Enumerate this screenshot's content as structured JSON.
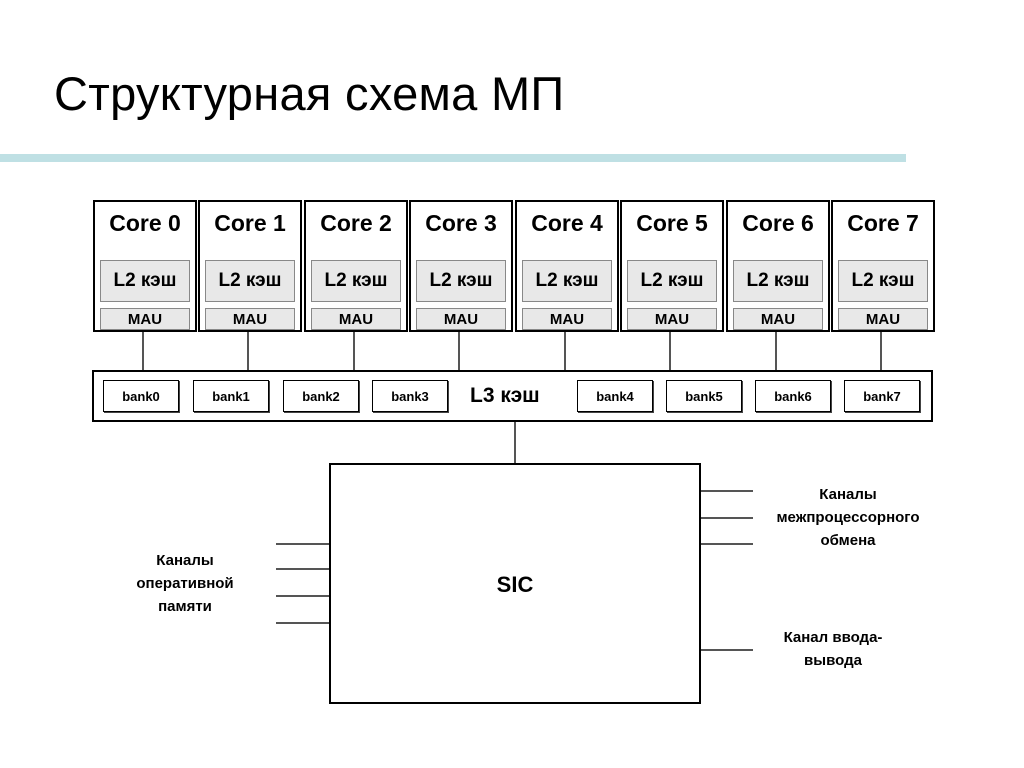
{
  "title": "Структурная схема МП",
  "cores": [
    {
      "name": "Core 0",
      "l2": "L2 кэш",
      "mau": "MAU"
    },
    {
      "name": "Core 1",
      "l2": "L2 кэш",
      "mau": "MAU"
    },
    {
      "name": "Core 2",
      "l2": "L2 кэш",
      "mau": "MAU"
    },
    {
      "name": "Core 3",
      "l2": "L2 кэш",
      "mau": "MAU"
    },
    {
      "name": "Core 4",
      "l2": "L2 кэш",
      "mau": "MAU"
    },
    {
      "name": "Core 5",
      "l2": "L2 кэш",
      "mau": "MAU"
    },
    {
      "name": "Core 6",
      "l2": "L2 кэш",
      "mau": "MAU"
    },
    {
      "name": "Core 7",
      "l2": "L2 кэш",
      "mau": "MAU"
    }
  ],
  "l3": {
    "label": "L3 кэш",
    "banks": [
      "bank0",
      "bank1",
      "bank2",
      "bank3",
      "bank4",
      "bank5",
      "bank6",
      "bank7"
    ]
  },
  "sic": {
    "label": "SIC"
  },
  "channels": {
    "memory": [
      "Каналы",
      "оперативной",
      "памяти"
    ],
    "interprocessor": [
      "Каналы",
      "межпроцессорного",
      "обмена"
    ],
    "io": [
      "Канал ввода-",
      "вывода"
    ]
  }
}
